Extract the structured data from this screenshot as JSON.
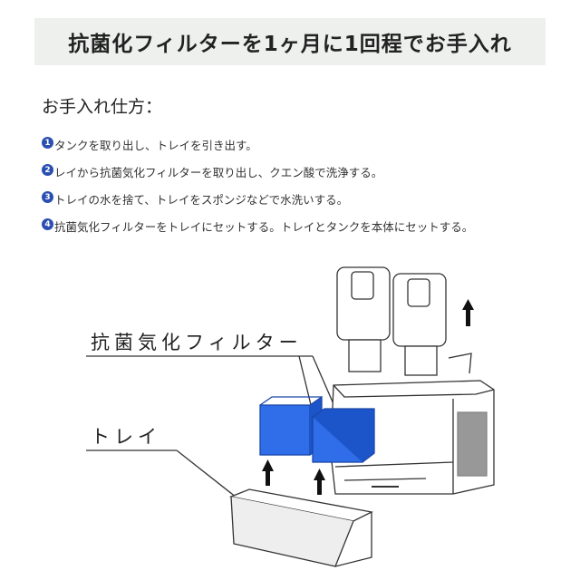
{
  "banner": {
    "title": "抗菌化フィルターを1ヶ月に1回程でお手入れ"
  },
  "subtitle": "お手入れ仕方：",
  "steps": [
    {
      "num": "1",
      "text": "タンクを取り出し、トレイを引き出す。"
    },
    {
      "num": "2",
      "text": "レイから抗菌気化フィルターを取り出し、クエン酸で洗浄する。"
    },
    {
      "num": "3",
      "text": "トレイの水を捨て、トレイをスポンジなどで水洗いする。"
    },
    {
      "num": "4",
      "text": "抗菌気化フィルターをトレイにセットする。トレイとタンクを本体にセットする。"
    }
  ],
  "diagram": {
    "filter_label": "抗菌気化フィルター",
    "tray_label": "トレイ"
  },
  "colors": {
    "banner_bg": "#eef0ee",
    "filter_blue": "#2f6ee8",
    "step_badge": "#2a4fb0"
  }
}
